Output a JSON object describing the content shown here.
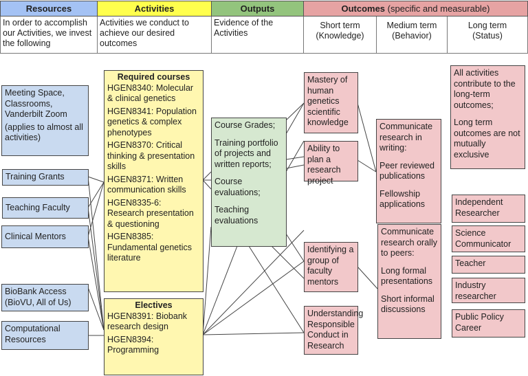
{
  "header": {
    "resources": "Resources",
    "activities": "Activities",
    "outputs": "Outputs",
    "outcomes": "Outcomes",
    "outcomes_note": " (specific and measurable)"
  },
  "subheader": {
    "resources": "In order to accomplish our Activities, we invest the following",
    "activities": "Activities we conduct to achieve our desired outcomes",
    "outputs": "Evidence of the Activities",
    "short_term": "Short term",
    "short_term_sub": "(Knowledge)",
    "medium_term": "Medium term",
    "medium_term_sub": "(Behavior)",
    "long_term": "Long term",
    "long_term_sub": "(Status)"
  },
  "resources": {
    "meeting": "Meeting Space, Classrooms, Vanderbilt Zoom",
    "meeting_note": "(applies to almost all activities)",
    "grants": "Training Grants",
    "faculty": "Teaching Faculty",
    "mentors": "Clinical Mentors",
    "biobank": "BioBank Access (BioVU, All of Us)",
    "computational": "Computational Resources"
  },
  "activities": {
    "required_title": "Required courses",
    "required": [
      "HGEN8340: Molecular & clinical genetics",
      "HGEN8341: Population genetics & complex phenotypes",
      "HGEN8370: Critical thinking & presentation skills",
      "HGEN8371: Written communication skills",
      "HGEN8335-6: Research presentation & questioning",
      "HGEN8385: Fundamental genetics literature"
    ],
    "electives_title": "Electives",
    "electives": [
      "HGEN8391: Biobank research design",
      "HGEN8394: Programming"
    ]
  },
  "outputs": [
    "Course Grades;",
    "Training portfolio of projects and written reports;",
    "Course evaluations;",
    "Teaching evaluations"
  ],
  "short_term": [
    "Mastery of human genetics scientific knowledge",
    "Ability to plan a research project",
    "Identifying a group of faculty mentors",
    "Understanding Responsible Conduct in Research"
  ],
  "medium_term": {
    "writing_title": "Communicate research in writing:",
    "writing_items": [
      "Peer reviewed publications",
      "Fellowship applications"
    ],
    "oral_title": "Communicate research orally to peers:",
    "oral_items": [
      "Long formal presentations",
      "Short informal discussions"
    ]
  },
  "long_term": {
    "note1": "All activities contribute to the long-term outcomes;",
    "note2": "Long term outcomes are not mutually exclusive",
    "items": [
      "Independent Researcher",
      "Science Communicator",
      "Teacher",
      "Industry researcher",
      "Public Policy Career"
    ]
  },
  "colors": {
    "resources": "#a4c2f4",
    "activities": "#ffff4d",
    "outputs": "#93c47d",
    "outcomes": "#e6a3a3"
  }
}
